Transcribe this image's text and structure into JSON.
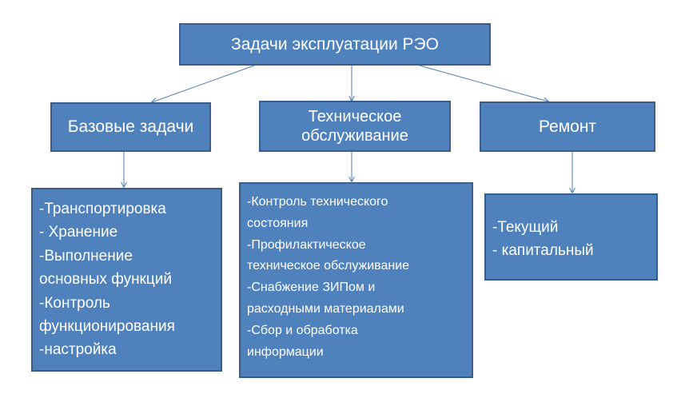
{
  "root": {
    "label": "Задачи эксплуатации РЭО"
  },
  "categories": [
    {
      "label": "Базовые задачи",
      "items": [
        "-Транспортировка",
        "- Хранение",
        "-Выполнение",
        "основных функций",
        "-Контроль",
        "функционирования",
        "-настройка"
      ]
    },
    {
      "label": "Техническое\nобслуживание",
      "items": [
        "-Контроль технического",
        "состояния",
        "-Профилактическое",
        "техническое обслуживание",
        "-Снабжение ЗИПом и",
        "расходными материалами",
        "-Сбор и обработка",
        "информации"
      ]
    },
    {
      "label": "Ремонт",
      "items": [
        "-Текущий",
        "- капитальный"
      ]
    }
  ],
  "colors": {
    "box_fill": "#4f81bd",
    "box_border": "#385d8a",
    "connector": "#4a7ebb",
    "text": "#ffffff"
  }
}
